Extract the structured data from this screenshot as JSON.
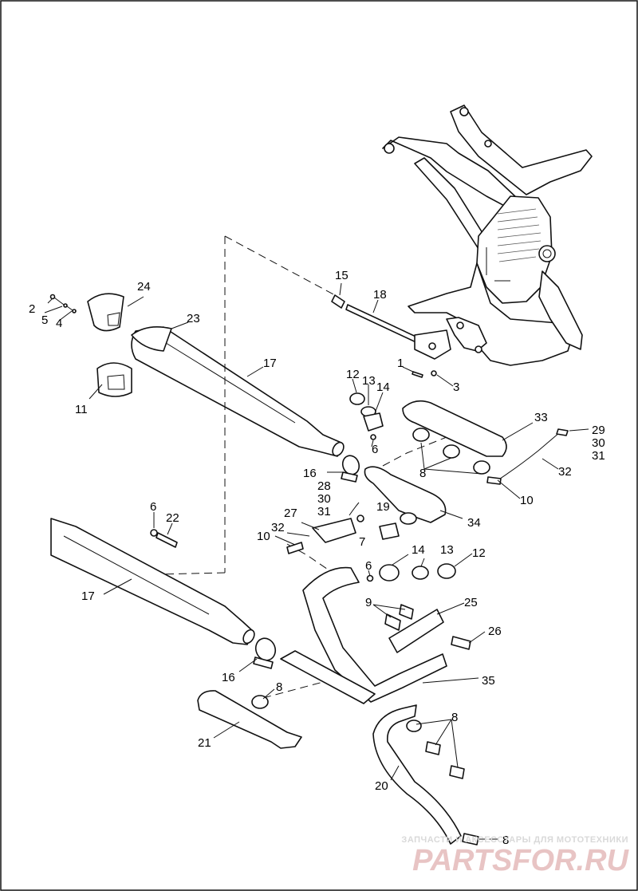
{
  "diagram": {
    "labels": [
      "1",
      "2",
      "3",
      "4",
      "5",
      "6",
      "6",
      "6",
      "7",
      "8",
      "8",
      "8",
      "8",
      "9",
      "10",
      "10",
      "11",
      "12",
      "12",
      "13",
      "13",
      "14",
      "14",
      "15",
      "16",
      "16",
      "17",
      "17",
      "18",
      "19",
      "20",
      "21",
      "22",
      "23",
      "24",
      "25",
      "26",
      "27",
      "28",
      "29",
      "30",
      "30",
      "31",
      "31",
      "32",
      "32",
      "33",
      "34",
      "35"
    ]
  },
  "watermark": {
    "tagline": "ЗАПЧАСТИ И АКСЕССУАРЫ ДЛЯ МОТОТЕХНИКИ",
    "brand": "PARTSFOR.RU"
  },
  "colors": {
    "line": "#111111",
    "watermark_red": "#e8c4c4",
    "watermark_gray": "#d9d9d9"
  }
}
